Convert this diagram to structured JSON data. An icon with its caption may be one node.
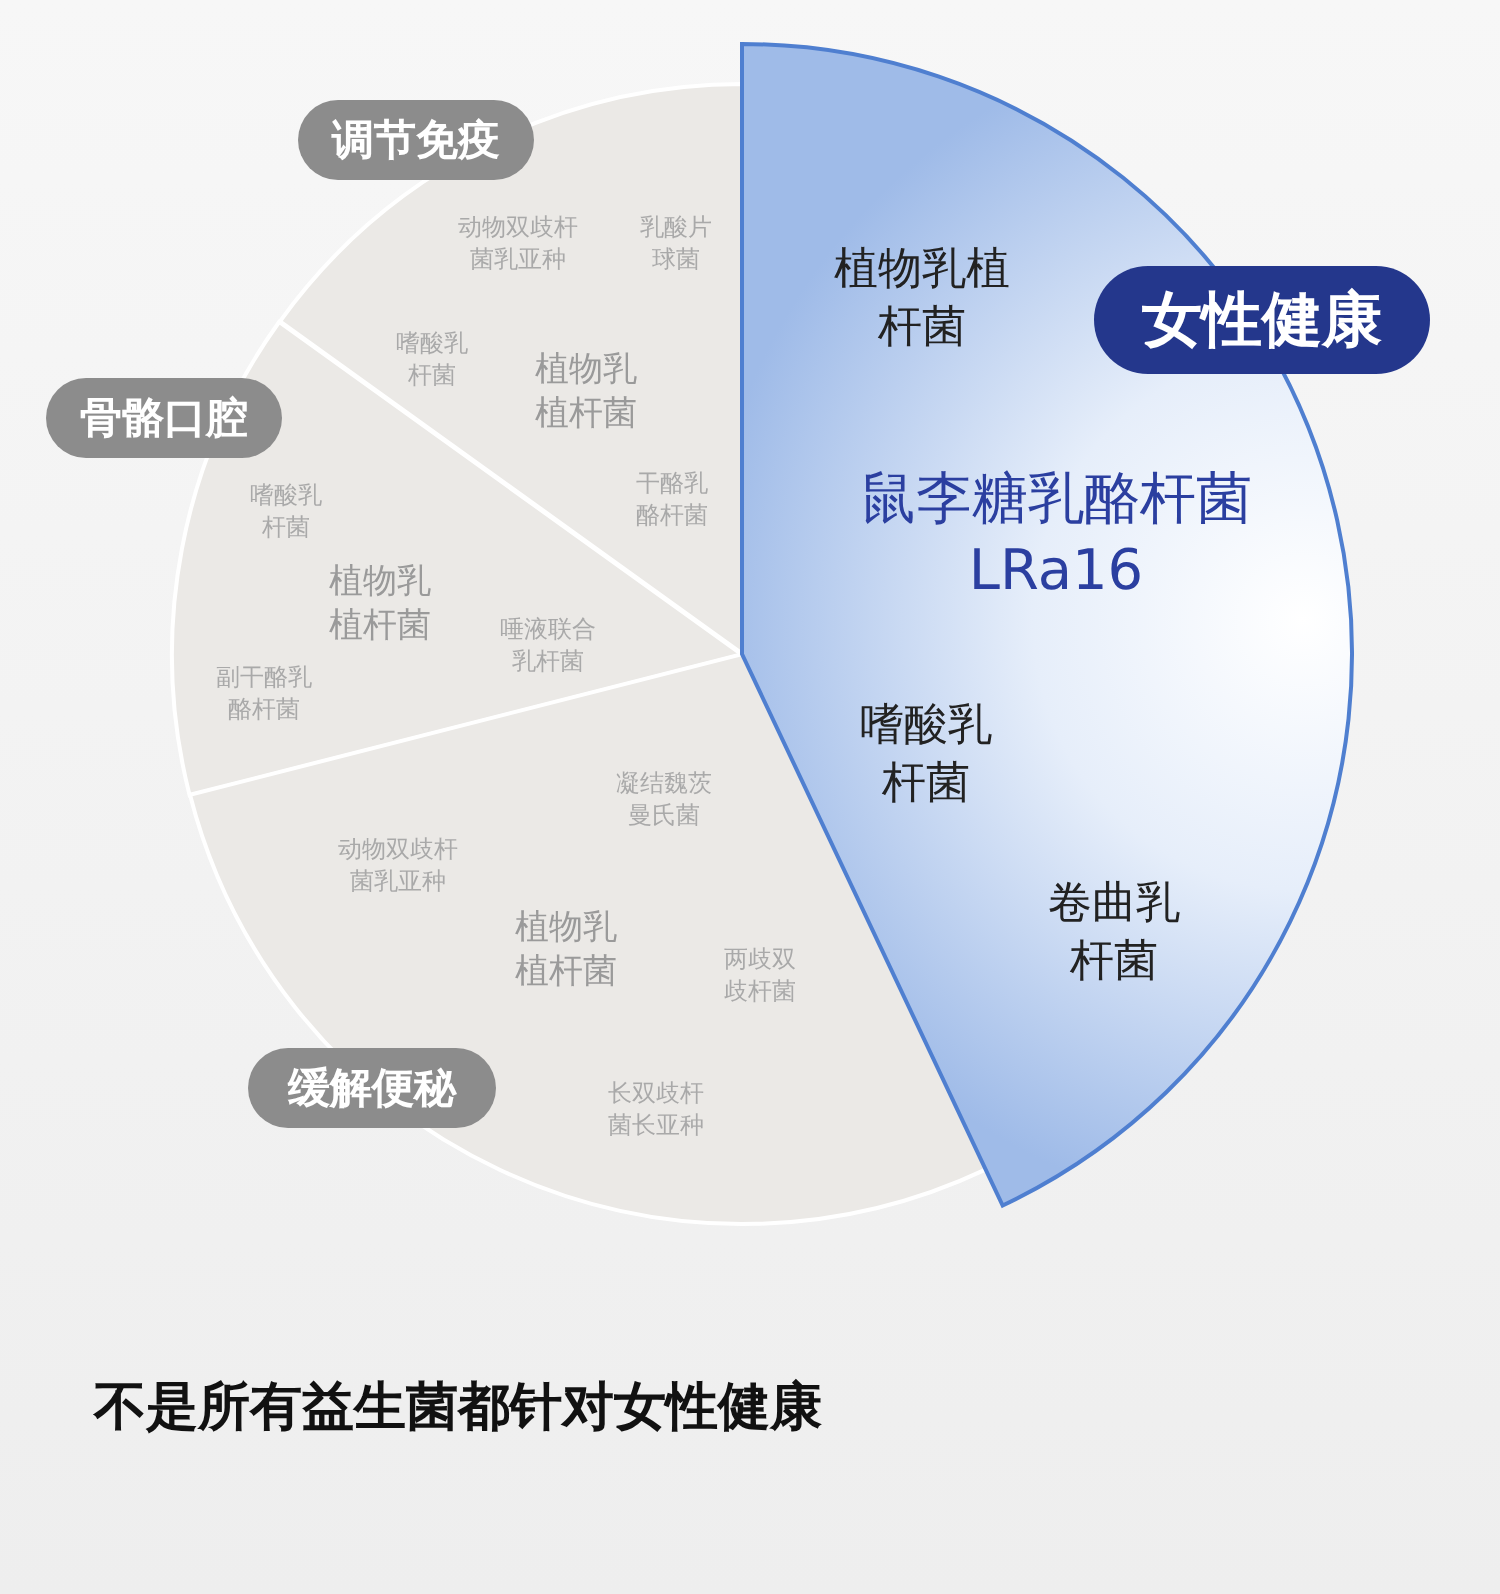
{
  "diagram": {
    "caption": "不是所有益生菌都针对女性健康",
    "nodes": [
      {
        "text": [
          "植物乳植杆菌",
          "鼠李糖乳酪杆菌 LRa16",
          "嗜酸乳杆菌",
          "卷曲乳杆菌"
        ]
      },
      {
        "text": [
          "女性健康"
        ]
      },
      {
        "text": [
          "动物双歧杆菌乳亚种",
          "乳酸片球菌",
          "嗜酸乳杆菌",
          "植物乳植杆菌",
          "干酪乳酪杆菌"
        ]
      },
      {
        "text": [
          "调节免疫"
        ]
      },
      {
        "text": [
          "嗜酸乳杆菌",
          "植物乳植杆菌",
          "唾液联合乳杆菌",
          "副干酪乳酪杆菌"
        ]
      },
      {
        "text": [
          "骨骼口腔"
        ]
      },
      {
        "text": [
          "凝结魏茨曼氏菌",
          "动物双歧杆菌乳亚种",
          "植物乳植杆菌",
          "两歧双歧杆菌",
          "长双歧杆菌长亚种"
        ]
      },
      {
        "text": [
          "缓解便秘"
        ]
      }
    ],
    "edges": []
  }
}
